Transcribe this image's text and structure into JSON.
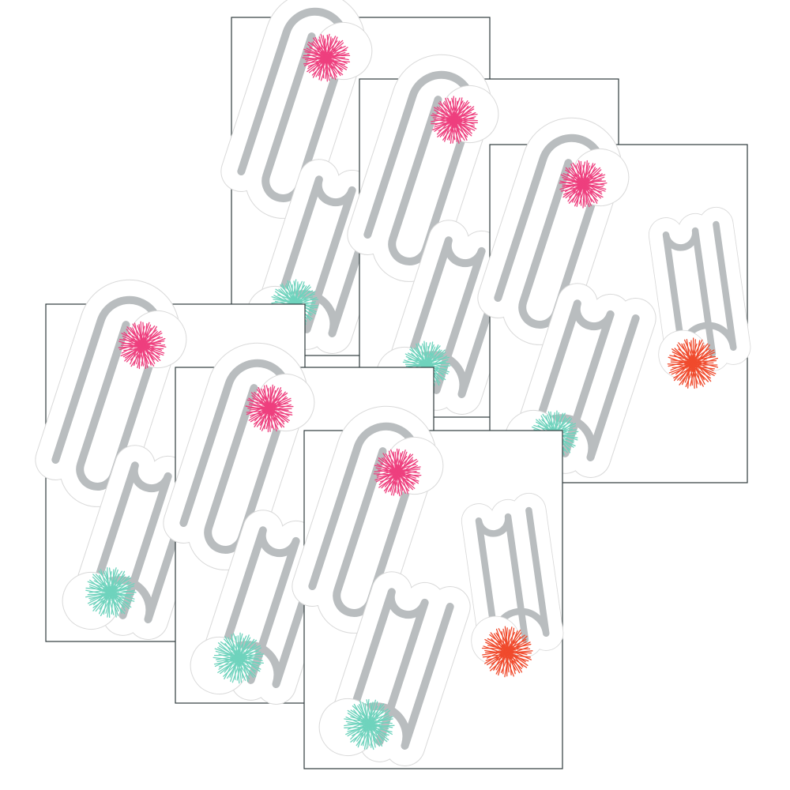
{
  "image": {
    "subject": "paper-clip-pom-pom-cutout-sheets",
    "background_color": "#ffffff"
  },
  "colors": {
    "sheet_fill": "#ffffff",
    "sheet_border": "#2f3b3d",
    "cutout_outline": "#d9d9d9",
    "clip_wire": "#b9bdbf",
    "pom_pink": "#ee3f7e",
    "pom_teal": "#6fd3bd",
    "pom_coral": "#f04a2c"
  },
  "sheets": [
    {
      "clips": [
        {
          "pom": "pink"
        },
        {
          "pom": "teal"
        }
      ]
    },
    {
      "clips": [
        {
          "pom": "pink"
        },
        {
          "pom": "teal"
        }
      ]
    },
    {
      "clips": [
        {
          "pom": "pink"
        },
        {
          "pom": "teal"
        },
        {
          "pom": "coral"
        }
      ]
    },
    {
      "clips": [
        {
          "pom": "pink"
        },
        {
          "pom": "teal"
        }
      ]
    },
    {
      "clips": [
        {
          "pom": "pink"
        },
        {
          "pom": "teal"
        }
      ]
    },
    {
      "clips": [
        {
          "pom": "pink"
        },
        {
          "pom": "teal"
        },
        {
          "pom": "coral"
        }
      ]
    }
  ]
}
